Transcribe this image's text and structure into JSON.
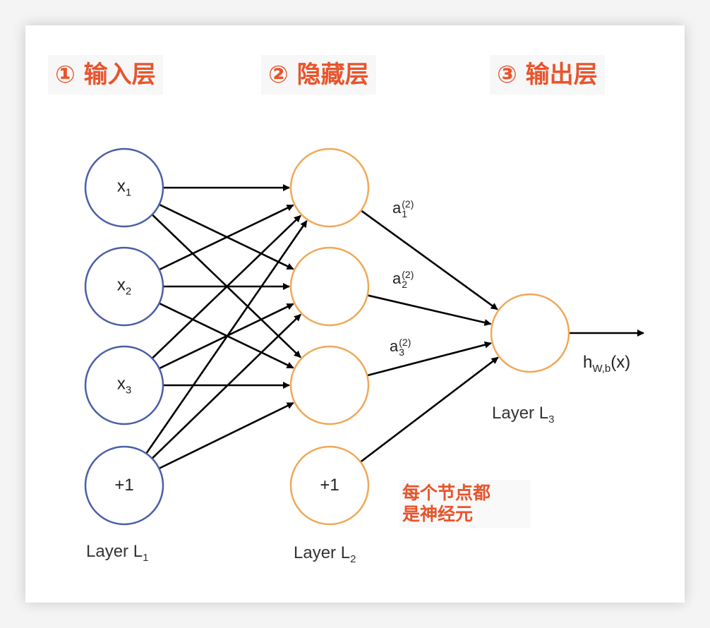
{
  "headings": {
    "input": "① 输入层",
    "hidden": "② 隐藏层",
    "output": "③ 输出层"
  },
  "input_nodes": [
    {
      "base": "x",
      "sub": "1"
    },
    {
      "base": "x",
      "sub": "2"
    },
    {
      "base": "x",
      "sub": "3"
    },
    {
      "base": "+1",
      "sub": ""
    }
  ],
  "hidden_bias_label": "+1",
  "activations": [
    {
      "base": "a",
      "sup": "(2)",
      "sub": "1"
    },
    {
      "base": "a",
      "sup": "(2)",
      "sub": "2"
    },
    {
      "base": "a",
      "sup": "(2)",
      "sub": "3"
    }
  ],
  "output": {
    "base": "h",
    "sub": "W,b",
    "rest": "(x)"
  },
  "layer_captions": [
    {
      "base": "Layer L",
      "sub": "1"
    },
    {
      "base": "Layer L",
      "sub": "2"
    },
    {
      "base": "Layer L",
      "sub": "3"
    }
  ],
  "note": {
    "line1": "每个节点都",
    "line2": "是神经元"
  },
  "colors": {
    "input_node": "#4a5fa6",
    "hidden_node": "#f0a858",
    "heading": "#e8542c",
    "edge": "#000000"
  }
}
